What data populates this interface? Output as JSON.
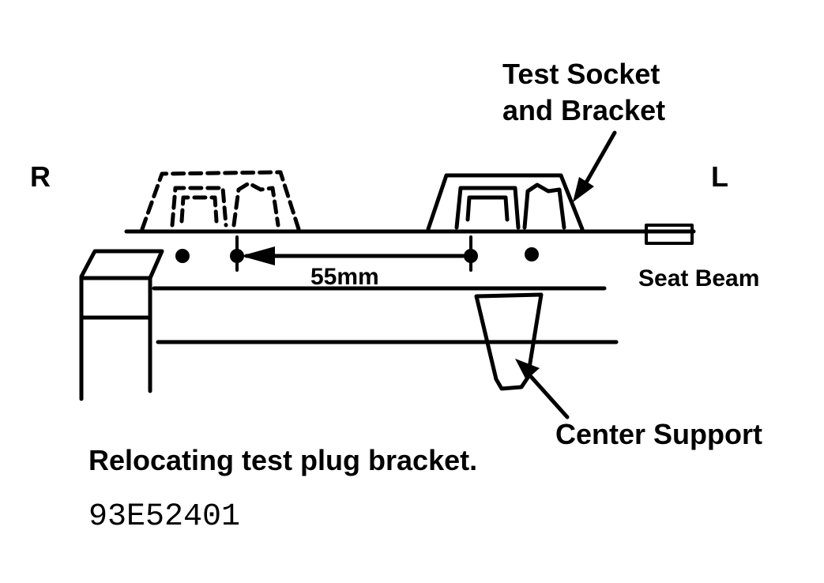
{
  "labels": {
    "right_side": "R",
    "left_side": "L",
    "test_socket_line1": "Test Socket",
    "test_socket_line2": "and Bracket",
    "seat_beam": "Seat Beam",
    "distance": "55mm",
    "center_support": "Center Support"
  },
  "caption": "Relocating test plug bracket.",
  "figure_code": "93E52401"
}
